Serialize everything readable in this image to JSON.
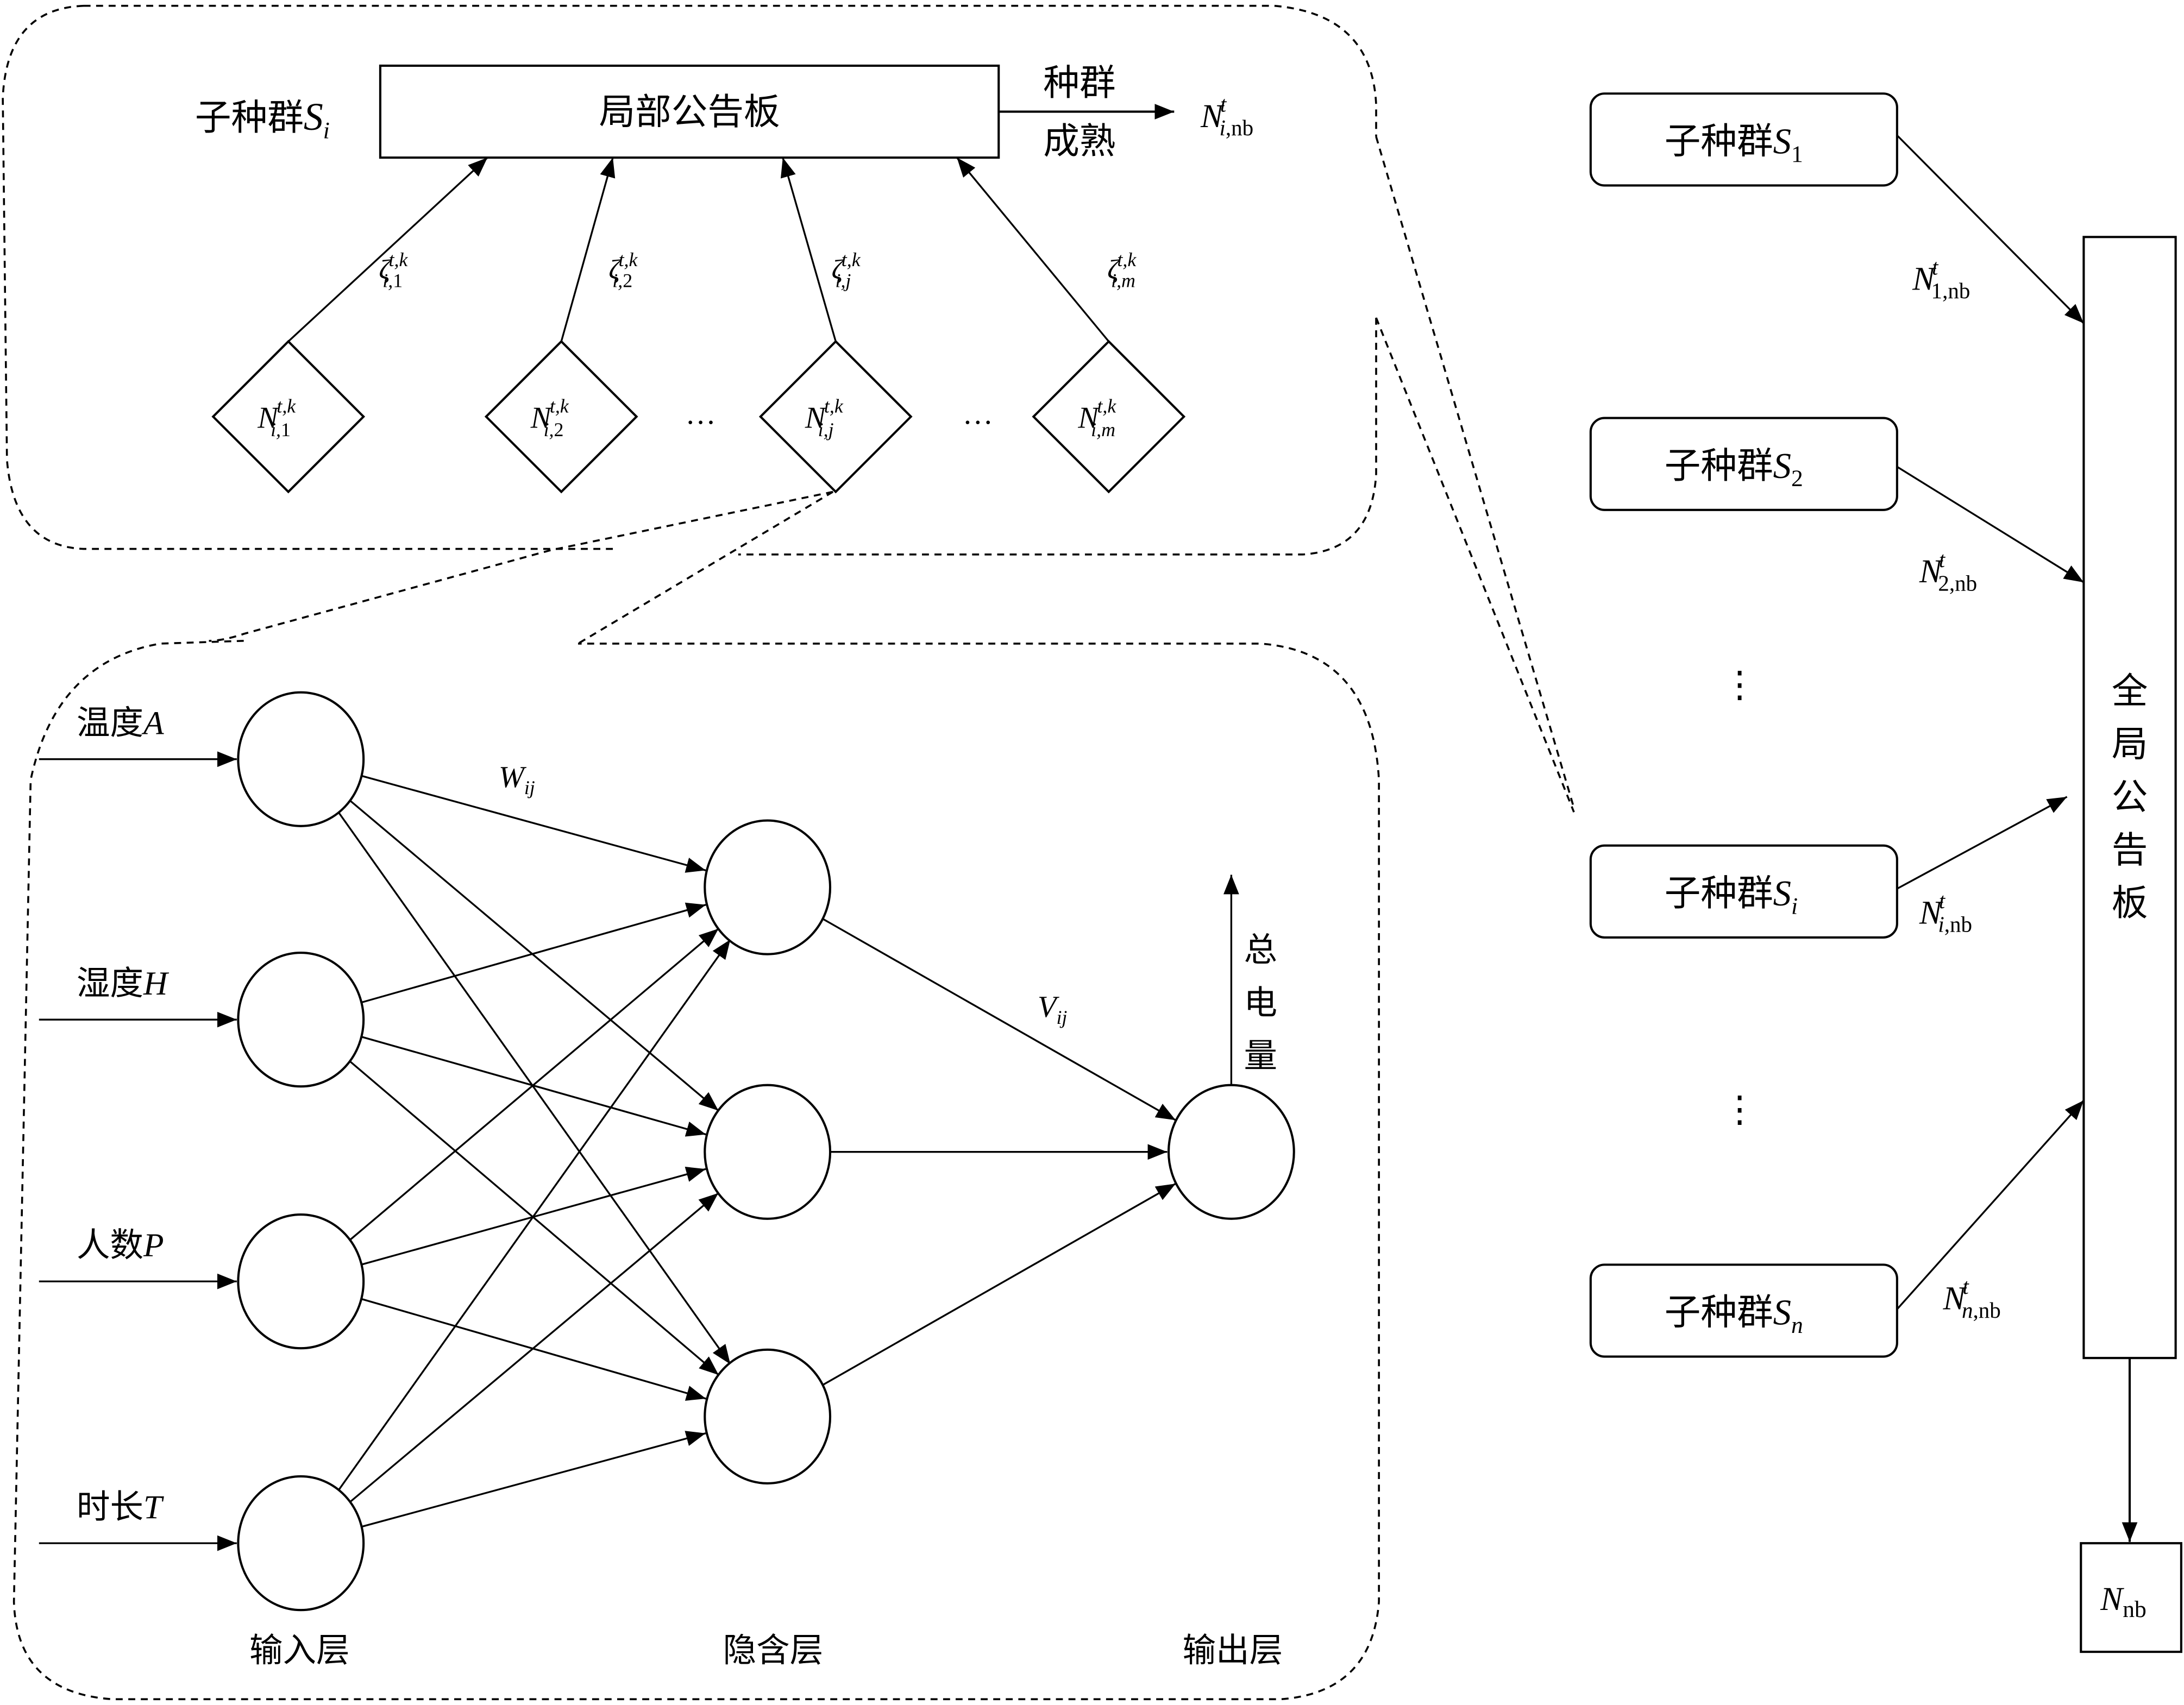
{
  "local_board": {
    "title": "局部公告板",
    "subpop_label": "子种群",
    "subpop_symbol": "S",
    "subpop_sub": "i",
    "maturity_top": "种群",
    "maturity_bottom": "成熟",
    "output": {
      "sym": "N",
      "sup": "t",
      "sub_it": "i",
      "sub_rm": ",nb"
    },
    "individuals": [
      {
        "sym": "N",
        "sup": "t,k",
        "sub_it": "i,",
        "sub_tail": "1",
        "tail_italic": false,
        "weight": {
          "sym": "ζ",
          "sup": "t,k",
          "sub_it": "i,",
          "sub_tail": "1",
          "tail_italic": false
        }
      },
      {
        "sym": "N",
        "sup": "t,k",
        "sub_it": "i,",
        "sub_tail": "2",
        "tail_italic": false,
        "weight": {
          "sym": "ζ",
          "sup": "t,k",
          "sub_it": "i,",
          "sub_tail": "2",
          "tail_italic": false
        }
      },
      {
        "sym": "N",
        "sup": "t,k",
        "sub_it": "i,",
        "sub_tail": "j",
        "tail_italic": true,
        "weight": {
          "sym": "ζ",
          "sup": "t,k",
          "sub_it": "i,",
          "sub_tail": "j",
          "tail_italic": true
        }
      },
      {
        "sym": "N",
        "sup": "t,k",
        "sub_it": "i,",
        "sub_tail": "m",
        "tail_italic": true,
        "weight": {
          "sym": "ζ",
          "sup": "t,k",
          "sub_it": "i,",
          "sub_tail": "m",
          "tail_italic": true
        }
      }
    ],
    "ellipsis": "…"
  },
  "neural_net": {
    "inputs": [
      {
        "label": "温度",
        "var": "A"
      },
      {
        "label": "湿度",
        "var": "H"
      },
      {
        "label": "人数",
        "var": "P"
      },
      {
        "label": "时长",
        "var": "T"
      }
    ],
    "hidden_count": 3,
    "weight_in": {
      "sym": "W",
      "sub": "ij"
    },
    "weight_out": {
      "sym": "V",
      "sub": "ij"
    },
    "output_label": [
      "总",
      "电",
      "量"
    ],
    "layers": {
      "input": "输入层",
      "hidden": "隐含层",
      "output": "输出层"
    }
  },
  "global": {
    "board_chars": [
      "全",
      "局",
      "公",
      "告",
      "板"
    ],
    "subpopulations": [
      {
        "label": "子种群",
        "sym": "S",
        "sub": "1",
        "sub_italic": false,
        "arrow": {
          "sym": "N",
          "sup": "t",
          "sub_main": "1",
          "sub_italic": false,
          "sub_rm": ",nb"
        }
      },
      {
        "label": "子种群",
        "sym": "S",
        "sub": "2",
        "sub_italic": false,
        "arrow": {
          "sym": "N",
          "sup": "t",
          "sub_main": "2",
          "sub_italic": false,
          "sub_rm": ",nb"
        }
      },
      {
        "label": "子种群",
        "sym": "S",
        "sub": "i",
        "sub_italic": true,
        "arrow": {
          "sym": "N",
          "sup": "t",
          "sub_main": "i",
          "sub_italic": true,
          "sub_rm": ",nb"
        }
      },
      {
        "label": "子种群",
        "sym": "S",
        "sub": "n",
        "sub_italic": true,
        "arrow": {
          "sym": "N",
          "sup": "t",
          "sub_main": "n",
          "sub_italic": true,
          "sub_rm": ",nb"
        }
      }
    ],
    "vdots": "⋮",
    "result": {
      "sym": "N",
      "sub": "nb"
    }
  }
}
